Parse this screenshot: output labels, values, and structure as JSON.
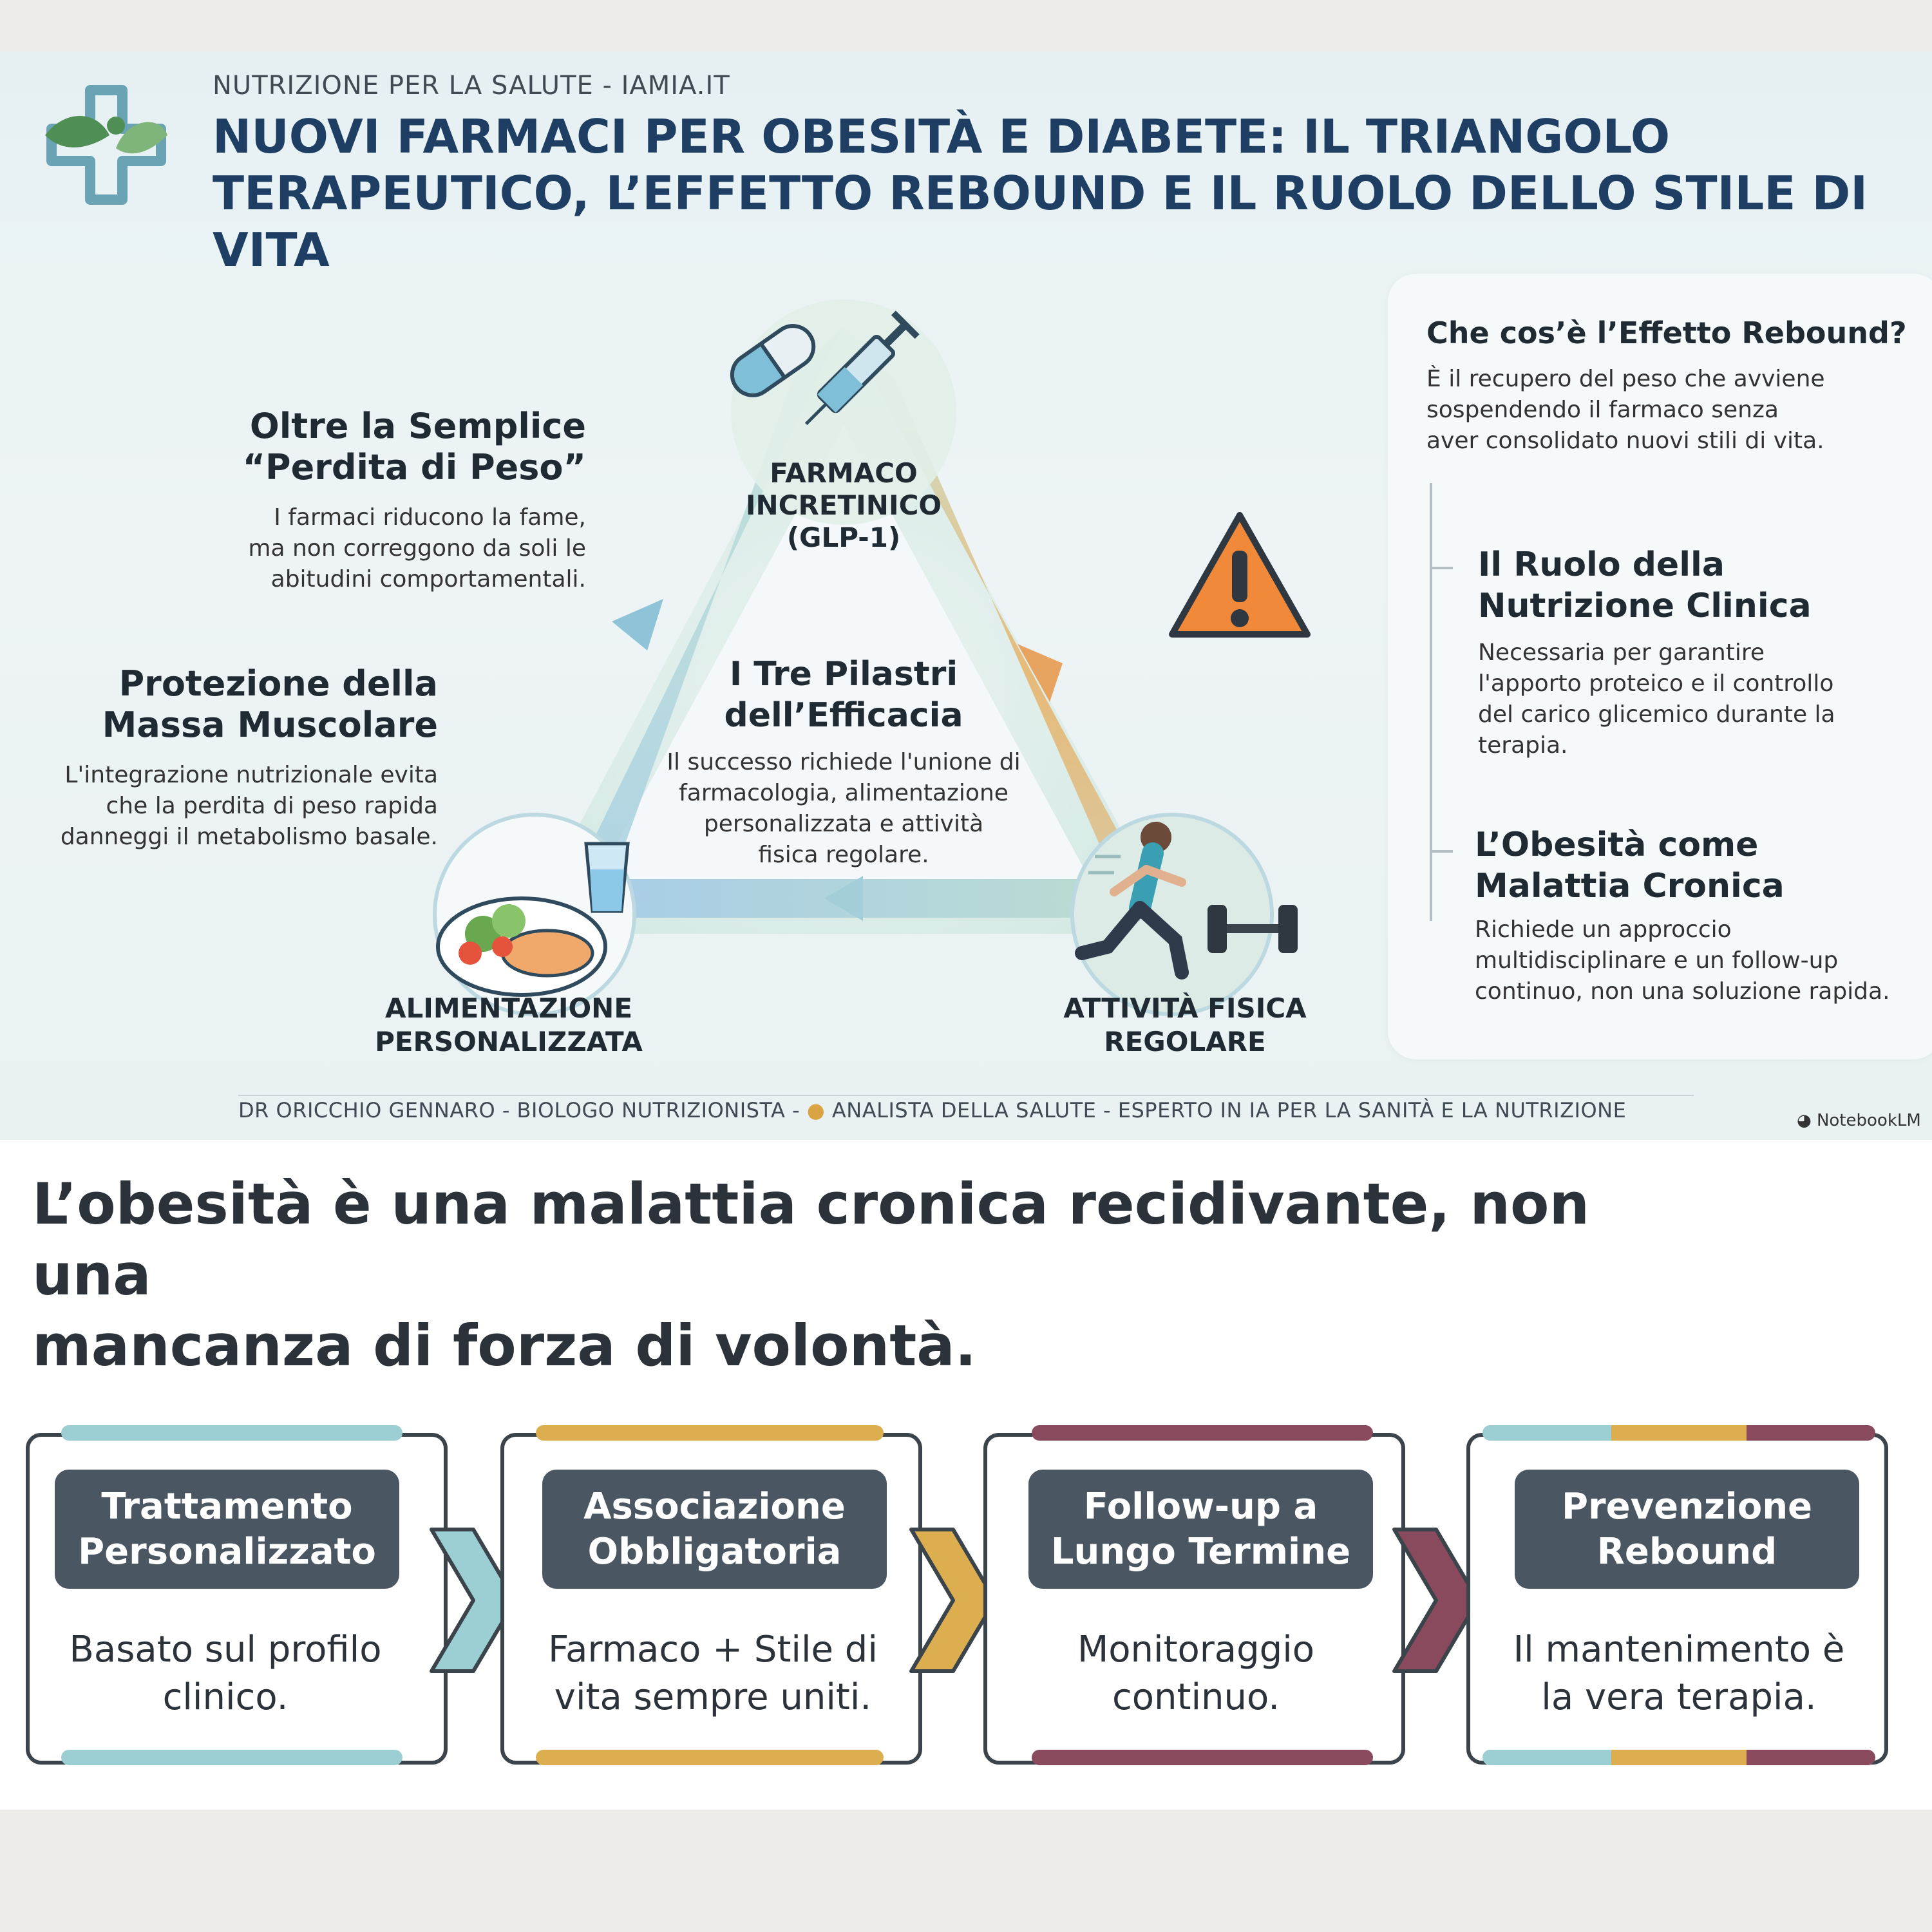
{
  "header": {
    "brand": "NUTRIZIONE PER LA SALUTE - IAMIA.IT",
    "title_line1": "NUOVI FARMACI PER OBESITÀ E DIABETE: IL TRIANGOLO",
    "title_line2": "TERAPEUTICO, L’EFFETTO REBOUND E IL RUOLO DELLO STILE DI VITA"
  },
  "triangle": {
    "farmaco": [
      "FARMACO",
      "INCRETINICO",
      "(GLP-1)"
    ],
    "alimentazione": [
      "ALIMENTAZIONE",
      "PERSONALIZZATA"
    ],
    "attivita": [
      "ATTIVITÀ FISICA",
      "REGOLARE"
    ],
    "center_title": [
      "I Tre Pilastri",
      "dell’Efficacia"
    ],
    "center_desc": [
      "Il successo richiede l'unione di",
      "farmacologia, alimentazione",
      "personalizzata e attività",
      "fisica regolare."
    ]
  },
  "left_notes": {
    "oltre_title": [
      "Oltre la Semplice",
      "“Perdita di Peso”"
    ],
    "oltre_desc": [
      "I farmaci riducono la fame,",
      "ma non correggono da soli le",
      "abitudini comportamentali."
    ],
    "prot_title": [
      "Protezione della",
      "Massa Muscolare"
    ],
    "prot_desc": [
      "L'integrazione nutrizionale evita",
      "che la perdita di peso rapida",
      "danneggi il metabolismo basale."
    ]
  },
  "right_panel": {
    "rebound_title": "Che cos’è l’Effetto Rebound?",
    "rebound_desc": [
      "È il recupero del peso che avviene",
      "sospendendo il farmaco senza",
      "aver consolidato nuovi stili di vita."
    ],
    "nutri_title": [
      "Il Ruolo della",
      "Nutrizione Clinica"
    ],
    "nutri_desc": [
      "Necessaria per garantire",
      "l'apporto proteico e il controllo",
      "del carico glicemico durante la",
      "terapia."
    ],
    "obes_title": [
      "L’Obesità come",
      "Malattia Cronica"
    ],
    "obes_desc": [
      "Richiede un approccio",
      "multidisciplinare e un follow-up",
      "continuo, non una soluzione rapida."
    ]
  },
  "footer": {
    "credits_left": "DR ORICCHIO GENNARO - BIOLOGO NUTRIZIONISTA -",
    "credits_right": "ANALISTA DELLA SALUTE - ESPERTO IN IA PER LA SANITÀ E LA NUTRIZIONE",
    "notebook": "NotebookLM"
  },
  "bottom": {
    "quote_line1": "L’obesità è una malattia cronica recidivante, non una",
    "quote_line2": "mancanza di forza di volontà.",
    "steps": [
      {
        "title": [
          "Trattamento",
          "Personalizzato"
        ],
        "desc": [
          "Basato sul profilo",
          "clinico."
        ],
        "color": "#9ccfd3"
      },
      {
        "title": [
          "Associazione",
          "Obbligatoria"
        ],
        "desc": [
          "Farmaco + Stile di",
          "vita sempre uniti."
        ],
        "color": "#dcae4f"
      },
      {
        "title": [
          "Follow-up a",
          "Lungo Termine"
        ],
        "desc": [
          "Monitoraggio",
          "continuo."
        ],
        "color": "#8a4a5e"
      },
      {
        "title": [
          "Prevenzione",
          "Rebound"
        ],
        "desc": [
          "Il mantenimento è",
          "la vera terapia."
        ],
        "color": "multi"
      }
    ]
  },
  "colors": {
    "title_navy": "#1e3f63",
    "teal": "#9ccfd3",
    "gold": "#dcae4f",
    "plum": "#8a4a5e",
    "pill_gray": "#4a5661",
    "warning_orange": "#f08a3a"
  },
  "icons": [
    "medical-cross-leaf-logo",
    "pill-icon",
    "syringe-icon",
    "warning-icon",
    "salad-plate-icon",
    "water-glass-icon",
    "runner-icon",
    "dumbbell-icon"
  ]
}
